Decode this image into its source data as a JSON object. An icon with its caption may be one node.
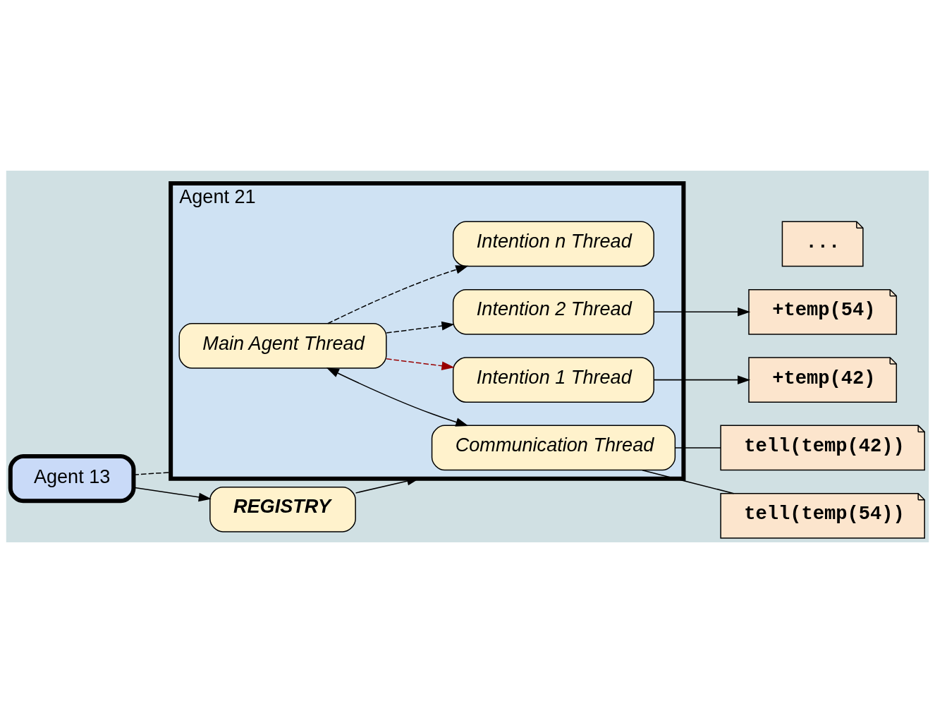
{
  "diagram": {
    "nodes": [
      {
        "text": [
          "Agent 21"
        ]
      },
      {
        "text": [
          "Intention n Thread"
        ],
        "in": 0
      },
      {
        "text": [
          "..."
        ]
      },
      {
        "text": [
          "Intention 2 Thread"
        ],
        "in": 0
      },
      {
        "text": [
          "+temp(54)"
        ]
      },
      {
        "text": [
          "Intention 1 Thread"
        ],
        "in": 0
      },
      {
        "text": [
          "+temp(42)"
        ]
      },
      {
        "text": [
          "Main Agent Thread"
        ],
        "in": 0
      },
      {
        "text": [
          "Communication Thread"
        ],
        "in": 0
      },
      {
        "text": [
          "tell(temp(42))"
        ]
      },
      {
        "text": [
          "tell(temp(54))"
        ]
      },
      {
        "text": [
          "Agent 13"
        ]
      },
      {
        "text": [
          "REGISTRY"
        ]
      }
    ],
    "edges": [
      {
        "from": 7,
        "to": 1,
        "arrow": "to",
        "style": "dashed"
      },
      {
        "from": 7,
        "to": 3,
        "arrow": "to",
        "style": "dashed"
      },
      {
        "from": 7,
        "to": 5,
        "arrow": "to",
        "style": "dashed",
        "color": "#990000"
      },
      {
        "from": 7,
        "to": 8,
        "arrow": "both"
      },
      {
        "from": 3,
        "to": 4,
        "arrow": "to"
      },
      {
        "from": 5,
        "to": 6,
        "arrow": "to"
      },
      {
        "from": 8,
        "to": 9,
        "arrow": "none"
      },
      {
        "from": 8,
        "to": 10,
        "arrow": "none"
      },
      {
        "from": 11,
        "to": 12,
        "arrow": "to"
      },
      {
        "from": 12,
        "to": 0,
        "arrow": "to"
      },
      {
        "from": 11,
        "to": 0,
        "arrow": "none",
        "style": "dashed"
      }
    ]
  }
}
